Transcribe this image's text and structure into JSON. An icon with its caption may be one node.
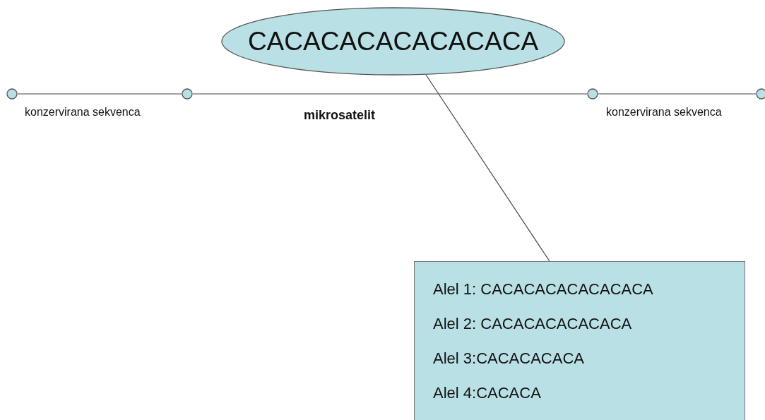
{
  "diagram": {
    "nodes": [
      {
        "text": [
          "CACACACACACACACA"
        ]
      },
      {
        "text": [],
        "shape": "circle"
      },
      {
        "text": [],
        "shape": "circle"
      },
      {
        "text": [],
        "shape": "circle"
      },
      {
        "text": [],
        "shape": "circle"
      },
      {
        "text": [
          "Alel 1: CACACACACACACACA",
          "Alel 2: CACACACACACACA",
          "Alel 3:CACACACACA",
          "Alel 4:CACACA"
        ]
      }
    ],
    "edges": [
      {
        "from": 1,
        "to": 2,
        "arrow": "none"
      },
      {
        "from": 2,
        "to": 3,
        "arrow": "none"
      },
      {
        "from": 3,
        "to": 4,
        "arrow": "none"
      },
      {
        "from": 0,
        "to": 5,
        "arrow": "none"
      }
    ],
    "labels": [
      "konzervirana sekvenca",
      "mikrosatelit",
      "konzervirana sekvenca"
    ]
  }
}
